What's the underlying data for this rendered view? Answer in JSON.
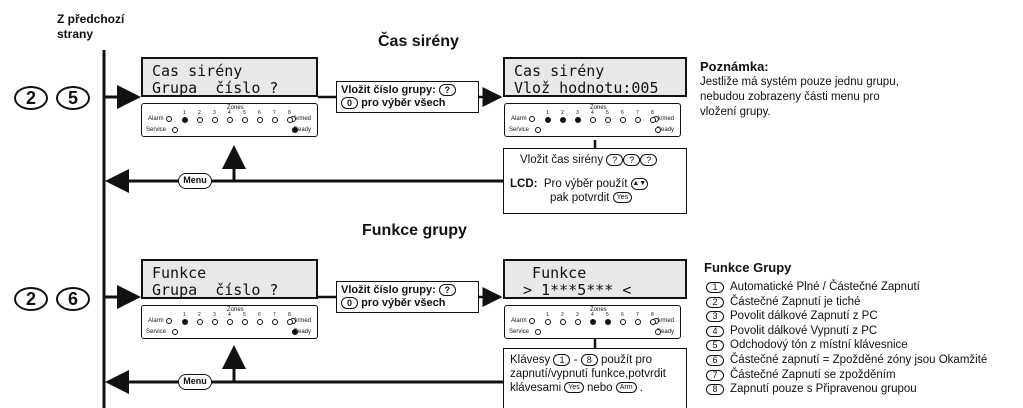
{
  "left_header": {
    "line1": "Z předchozí",
    "line2": "strany"
  },
  "rows": [
    {
      "code": [
        "2",
        "5"
      ],
      "title": "Čas sirény",
      "lcd1": [
        "Cas sirény",
        "Grupa  číslo ?"
      ],
      "entry": {
        "line1": "Vložit číslo grupy:",
        "key1": "?",
        "key2": "0",
        "line2": "pro výběr všech"
      },
      "lcd2": [
        "Cas sirény",
        "Vlož hodnotu:005"
      ],
      "note_title": "Poznámka:",
      "note_lines": [
        "Jestliže má systém pouze jednu grupu,",
        "nebudou zobrazeny části menu pro",
        "vložení grupy."
      ],
      "info": {
        "line1": "Vložit čas sirény",
        "keys": [
          "?",
          "?",
          "?"
        ],
        "lcd_label": "LCD:",
        "lcd_text1": "Pro výběr použít",
        "lcd_text2": "pak potvrdit",
        "yes": "Yes"
      },
      "menu": "Menu"
    },
    {
      "code": [
        "2",
        "6"
      ],
      "title": "Funkce grupy",
      "lcd1": [
        "Funkce",
        "Grupa  číslo ?"
      ],
      "entry": {
        "line1": "Vložit číslo grupy:",
        "key1": "?",
        "key2": "0",
        "line2": "pro výběr všech"
      },
      "lcd2": [
        "  Funkce",
        " > 1***5*** <"
      ],
      "note_title": "Funkce Grupy",
      "list": [
        {
          "n": "1",
          "text": "Automatické Plné / Částečné Zapnutí"
        },
        {
          "n": "2",
          "text": "Částečné Zapnutí je tiché"
        },
        {
          "n": "3",
          "text": "Povolit dálkové Zapnutí z PC"
        },
        {
          "n": "4",
          "text": "Povolit dálkové Vypnutí z PC"
        },
        {
          "n": "5",
          "text": "Odchodový tón z místní klávesnice"
        },
        {
          "n": "6",
          "text": "Částečné zapnutí = Zpožděné zóny jsou Okamžité"
        },
        {
          "n": "7",
          "text": "Částečné Zapnutí se zpožděním"
        },
        {
          "n": "8",
          "text": "Zapnutí pouze s Připravenou grupou"
        }
      ],
      "info": {
        "t1": "Klávesy",
        "k1": "1",
        "dash": "-",
        "k2": "8",
        "t2": "použít pro",
        "t3": "zapnutí/vypnutí  funkce,potvrdit",
        "t4": "klávesami",
        "yes": "Yes",
        "t5": "nebo",
        "arm": "Arm",
        "t6": "."
      },
      "menu": "Menu"
    }
  ],
  "panel_labels": {
    "alarm": "Alarm",
    "service": "Service",
    "armed": "Armed",
    "ready": "Ready",
    "zones": "Zones",
    "zone_numbers": [
      "1",
      "2",
      "3",
      "4",
      "5",
      "6",
      "7",
      "8"
    ]
  }
}
